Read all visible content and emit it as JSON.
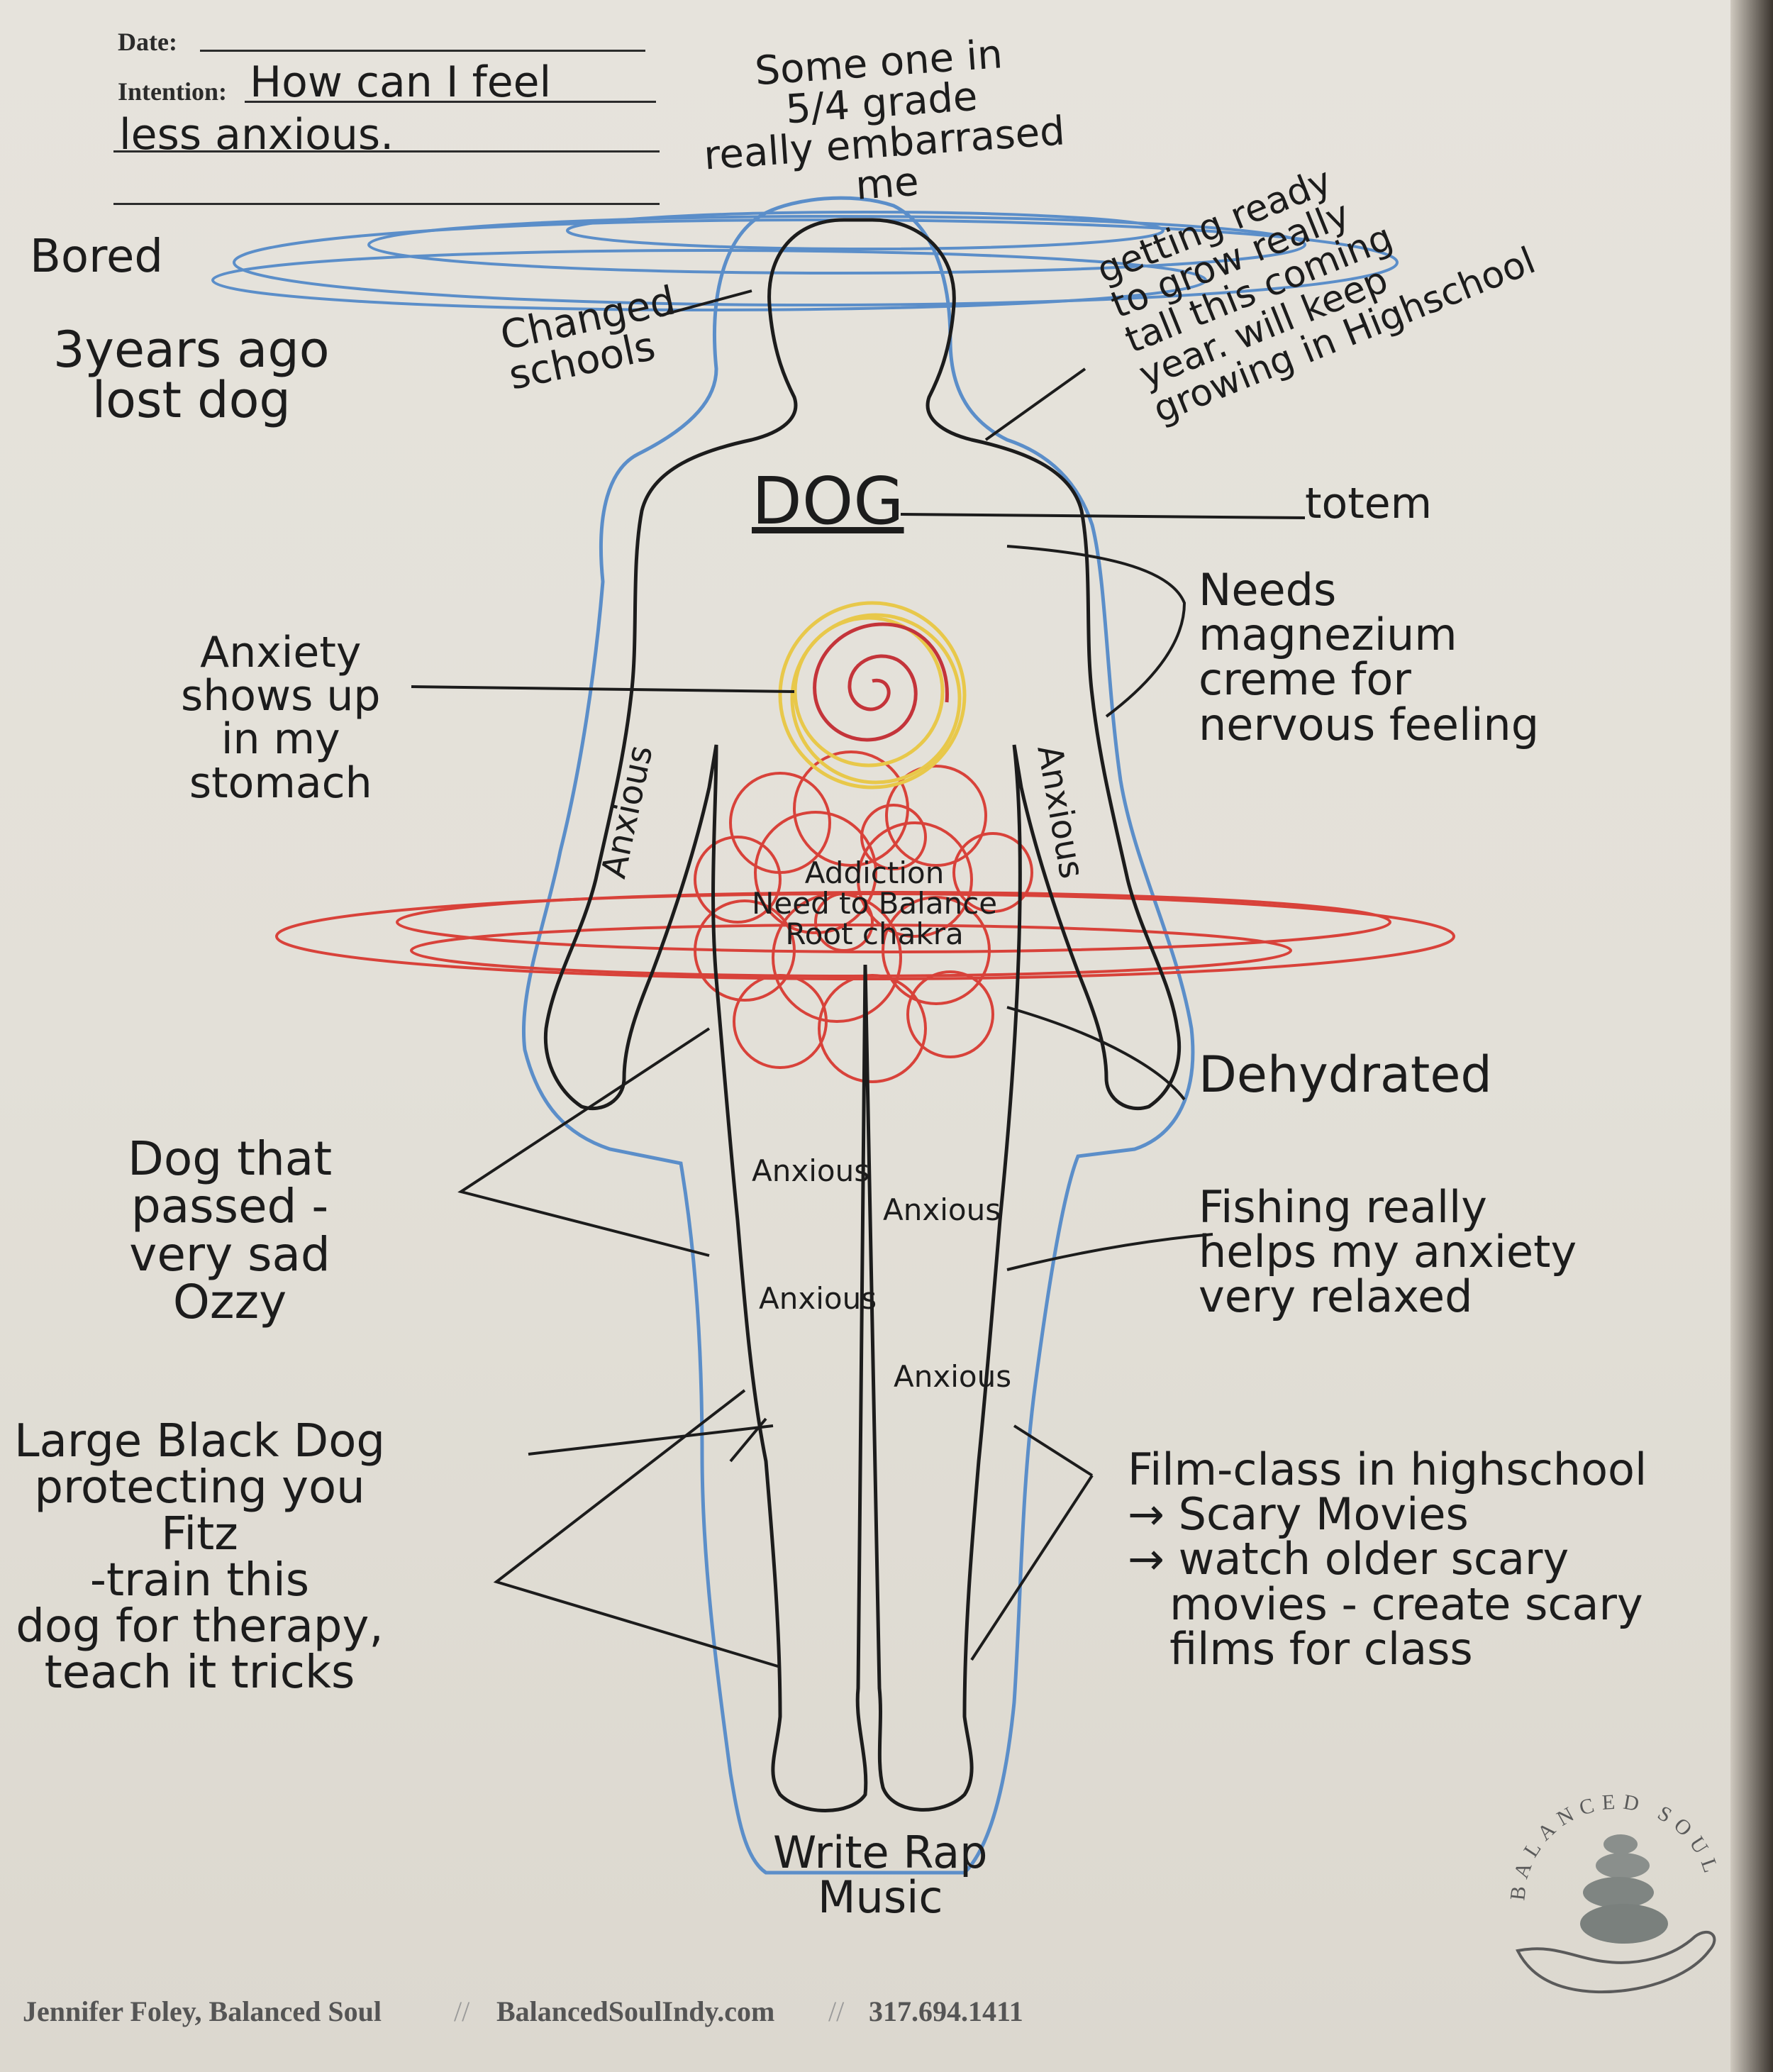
{
  "form": {
    "date_label": "Date:",
    "intention_label": "Intention:",
    "intention_value_line1": "How can I feel",
    "intention_value_line2": "less anxious."
  },
  "notes": {
    "top_center": "Some one in\n5/4 grade\nreally embarrased\nme",
    "bored": "Bored",
    "lost_dog": "3years ago\nlost dog",
    "changed_schools": "Changed\nschools",
    "growing": "getting ready\nto grow really\ntall this coming\nyear. will keep\ngrowing in Highschool",
    "dog": "DOG",
    "totem": "totem",
    "magnesium": "Needs\nmagnezium\ncreme for\nnervous feeling",
    "anxiety_stomach": "Anxiety\nshows up\nin my\nstomach",
    "anxious_left_arm": "Anxious",
    "anxious_right_arm": "Anxious",
    "addiction": "Addiction\nNeed to Balance\nRoot chakra",
    "dehydrated": "Dehydrated",
    "dog_passed": "Dog that\npassed -\nvery sad\nOzzy",
    "anxious_leg_1": "Anxious",
    "anxious_leg_2": "Anxious",
    "anxious_leg_3": "Anxious",
    "anxious_leg_4": "Anxious",
    "fishing": "Fishing really\nhelps my anxiety\nvery relaxed",
    "large_black_dog": "Large Black Dog\nprotecting you\nFitz\n-train this\ndog for therapy,\nteach it tricks",
    "film_class": "Film-class in highschool\n→ Scary Movies\n→ watch older scary\n   movies - create scary\n   films for class",
    "rap_music": "Write Rap\nMusic"
  },
  "logo": {
    "text": "BALANCED SOUL"
  },
  "footer": {
    "name": "Jennifer Foley, Balanced Soul",
    "website": "BalancedSoulIndy.com",
    "phone": "317.694.1411",
    "separator": "//"
  },
  "colors": {
    "ink": "#1c1c1c",
    "blue_aura": "#5b8ec9",
    "red_chakra": "#d8423a",
    "yellow_chakra": "#e8c84a",
    "paper": "#e4e1da"
  }
}
